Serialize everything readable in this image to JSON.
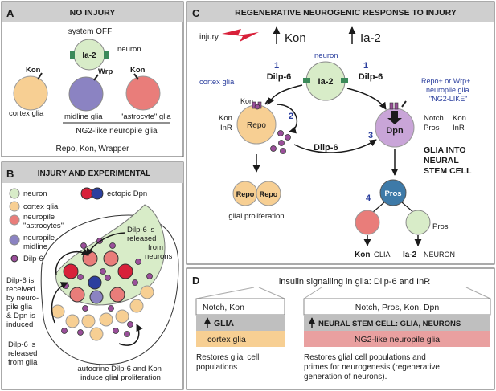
{
  "colors": {
    "panel_header": "#cfcfcf",
    "neuron": "#d8ecc8",
    "cortex_glia": "#f7cf93",
    "midline_glia": "#8b83c2",
    "astrocyte_glia": "#e97d7a",
    "dpn_cell": "#c9a5d8",
    "pros_cell": "#3e7aa8",
    "dilp6_dot": "#9a4f9a",
    "ectopic_red": "#d8213a",
    "ectopic_blue": "#2b3f9e",
    "glia_bar": "#bfbfbf",
    "glia_stripe": "#e9a0a0",
    "panel_b_area": "#d8ecc8"
  },
  "panelA": {
    "letter": "A",
    "title": "NO INJURY",
    "system_off": "system OFF",
    "neuron_cell": "Ia-2",
    "neuron_label": "neuron",
    "kon_left": "Kon",
    "wrp": "Wrp",
    "kon_right": "Kon",
    "cortex_glia": "cortex glia",
    "midline_glia": "midline glia",
    "astrocyte_glia": "\"astrocyte\" glia",
    "ng2_label": "NG2-like neuropile glia",
    "footer": "Repo, Kon, Wrapper"
  },
  "panelB": {
    "letter": "B",
    "title": "INJURY AND EXPERIMENTAL",
    "legend": {
      "neuron": "neuron",
      "cortex_glia": "cortex glia",
      "neuropile_astro_1": "neuropile",
      "neuropile_astro_2": "\"astrocytes\"",
      "neuropile_midline_1": "neuropile",
      "neuropile_midline_2": "midline glia",
      "dilp6": "Dilp-6",
      "ectopic_dpn": "ectopic Dpn"
    },
    "note_released_neurons": [
      "Dilp-6 is",
      "released",
      "from",
      "neurons"
    ],
    "note_received": [
      "Dilp-6 is",
      "received",
      "by neuro-",
      "pile glia",
      "& Dpn is",
      "induced"
    ],
    "note_released_glia": [
      "Dilp-6 is",
      "released",
      "from glia"
    ],
    "note_autocrine": [
      "autocrine Dilp-6 and Kon",
      "induce glial proliferation"
    ]
  },
  "panelC": {
    "letter": "C",
    "title": "REGENERATIVE NEUROGENIC RESPONSE TO INJURY",
    "injury": "injury",
    "kon_up": "Kon",
    "ia2_up": "Ia-2",
    "neuron_label": "neuron",
    "neuron_cell": "Ia-2",
    "step1_left": "1",
    "dilp6_left": "Dilp-6",
    "step1_right": "1",
    "dilp6_right": "Dilp-6",
    "cortex_glia": "cortex glia",
    "kon_small": "Kon",
    "kon_left": "Kon",
    "inr_left": "InR",
    "repo_cell": "Repo",
    "step2": "2",
    "dilp6_mid": "Dilp-6",
    "step3": "3",
    "dpn_cell": "Dpn",
    "repo_wrp_1": "Repo+ or Wrp+",
    "repo_wrp_2": "neuropile glia",
    "repo_wrp_3": "\"NG2-LIKE\"",
    "notch": "Notch",
    "kon_right": "Kon",
    "pros_right": "Pros",
    "inr_right": "InR",
    "glia_into_1": "GLIA INTO",
    "glia_into_2": "NEURAL",
    "glia_into_3": "STEM CELL",
    "repo_a": "Repo",
    "repo_b": "Repo",
    "glial_prolif": "glial proliferation",
    "step4": "4",
    "pros_cell": "Pros",
    "pros_small": "Pros",
    "kon_glia_bold": "Kon",
    "kon_glia_rest": "GLIA",
    "ia2_neuron_bold": "Ia-2",
    "ia2_neuron_rest": "NEURON"
  },
  "panelD": {
    "letter": "D",
    "title": "insulin signalling in glia: Dilp-6 and InR",
    "left_top": "Notch, Kon",
    "left_glia": "GLIA",
    "left_bottom": "cortex glia",
    "left_caption_1": "Restores glial cell",
    "left_caption_2": "populations",
    "right_top": "Notch, Pros, Kon, Dpn",
    "right_mid": "NEURAL STEM CELL: GLIA, NEURONS",
    "right_bottom": "NG2-like neuropile glia",
    "right_caption_1": "Restores glial cell populations and",
    "right_caption_2": "primes for neurogenesis (regenerative",
    "right_caption_3": "generation of neurons)."
  }
}
